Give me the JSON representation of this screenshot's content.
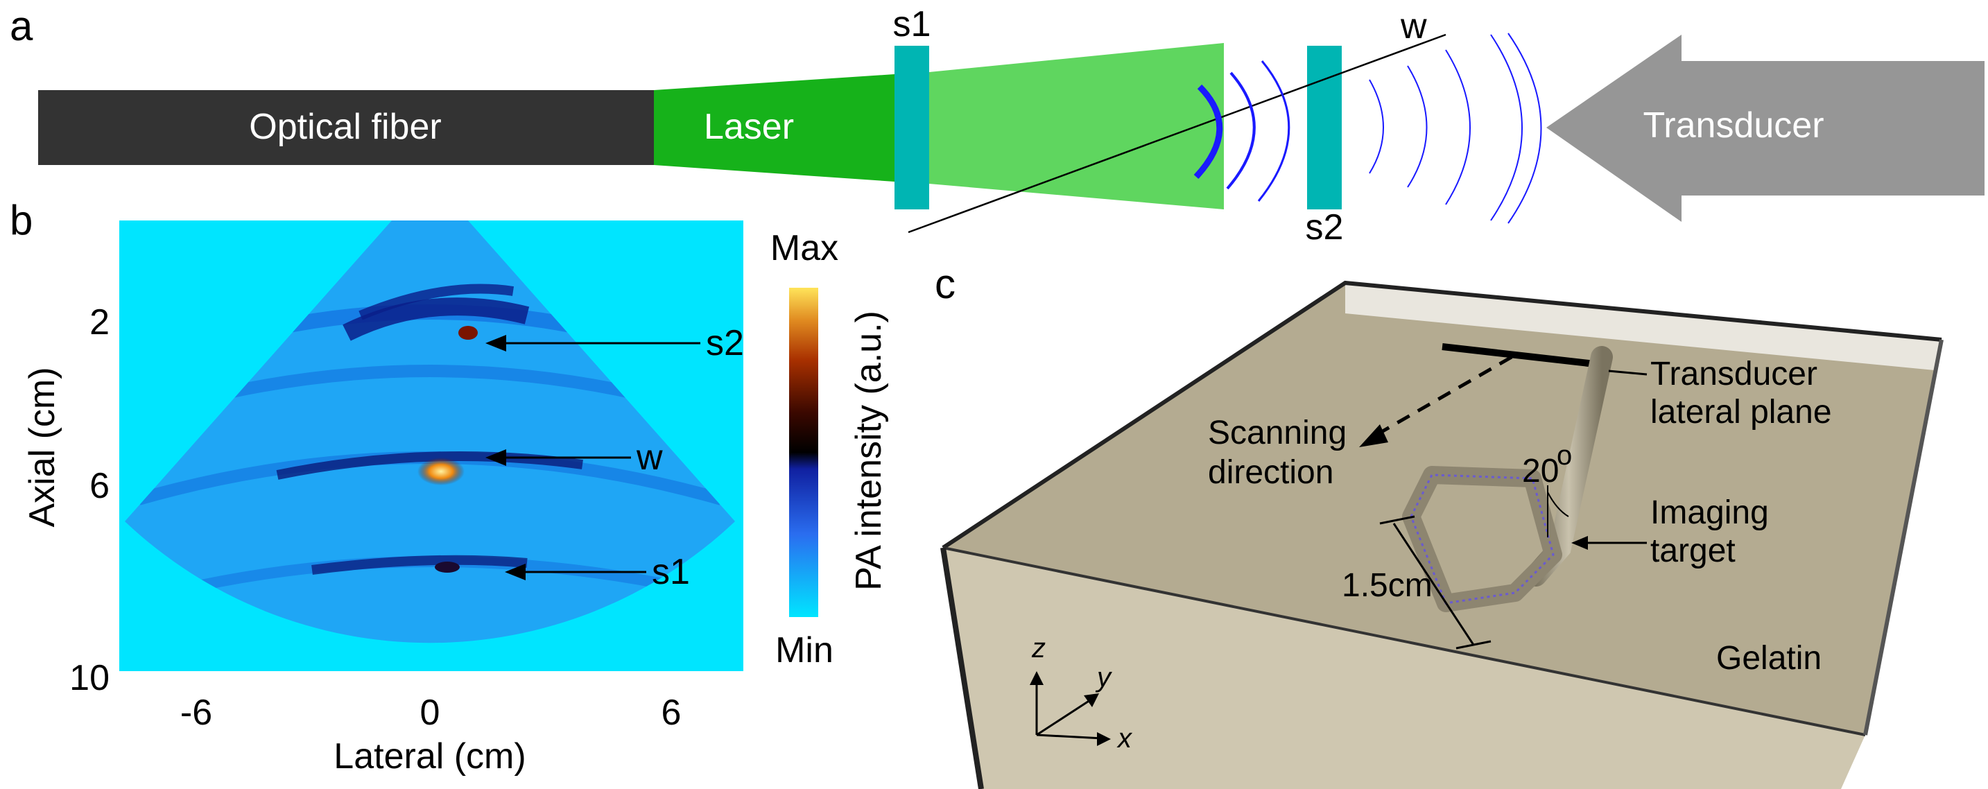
{
  "panel_a": {
    "letter": "a",
    "fiber_label": "Optical fiber",
    "laser_label": "Laser",
    "s1_label": "s1",
    "s2_label": "s2",
    "w_label": "w",
    "transducer_label": "Transducer",
    "colors": {
      "fiber": "#333333",
      "laser_dark": "#16b21a",
      "laser_light": "#5fd65f",
      "slab": "#00b5b3",
      "wave": "#1a1aff",
      "transducer": "#969696"
    }
  },
  "panel_b": {
    "letter": "b",
    "ylabel": "Axial (cm)",
    "xlabel": "Lateral (cm)",
    "y_ticks": [
      "2",
      "6",
      "10"
    ],
    "x_ticks": [
      "-6",
      "0",
      "6"
    ],
    "annotations": [
      "s2",
      "w",
      "s1"
    ],
    "colorbar": {
      "max_label": "Max",
      "min_label": "Min",
      "title": "PA intensity (a.u.)",
      "colors": [
        "#00e5ff",
        "#1f4fd8",
        "#0a0a4a",
        "#000000",
        "#3a0a00",
        "#b02a00",
        "#e87a10",
        "#ffe040"
      ]
    },
    "background_color": "#00e5ff"
  },
  "panel_c": {
    "letter": "c",
    "transducer_label_line1": "Transducer",
    "transducer_label_line2": "lateral plane",
    "scanning_label_line1": "Scanning",
    "scanning_label_line2": "direction",
    "angle_label": "20",
    "angle_unit": "o",
    "imaging_label_line1": "Imaging",
    "imaging_label_line2": "target",
    "size_label": "1.5cm",
    "gelatin_label": "Gelatin",
    "axes": [
      "z",
      "y",
      "x"
    ],
    "colors": {
      "gelatin_top": "#b4ab91",
      "gelatin_front": "#cfc7b0",
      "tube": "#9e9682"
    }
  }
}
